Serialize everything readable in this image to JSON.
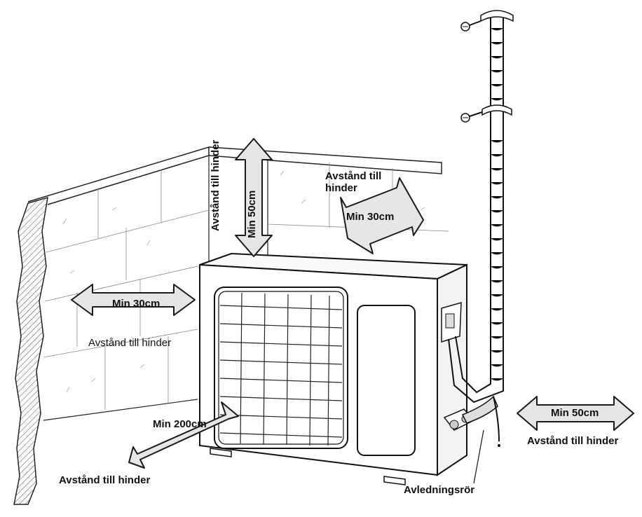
{
  "labels": {
    "top_clearance_title": "Avstånd till hinder",
    "top_clearance_value": "Min 50cm",
    "back_clearance_title": "Avstånd till hinder",
    "back_clearance_value": "Min 30cm",
    "left_clearance_value": "Min 30cm",
    "left_clearance_title": "Avstånd till hinder",
    "front_clearance_value": "Min 200cm",
    "front_clearance_title": "Avstånd till hinder",
    "right_clearance_value": "Min 50cm",
    "right_clearance_title": "Avstånd till hinder",
    "drain_pipe": "Avledningsrör"
  },
  "colors": {
    "arrow_fill": "#e6e6e6",
    "line": "#1a1a1a",
    "background": "#ffffff"
  }
}
